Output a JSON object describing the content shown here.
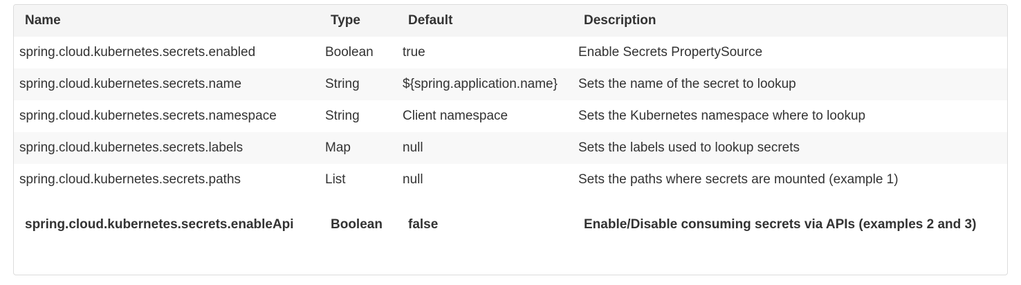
{
  "table": {
    "headers": {
      "name": "Name",
      "type": "Type",
      "default": "Default",
      "description": "Description"
    },
    "rows": [
      {
        "name": "spring.cloud.kubernetes.secrets.enabled",
        "type": "Boolean",
        "default": "true",
        "description": "Enable Secrets PropertySource"
      },
      {
        "name": "spring.cloud.kubernetes.secrets.name",
        "type": "String",
        "default": "${spring.application.name}",
        "description": "Sets the name of the secret to lookup"
      },
      {
        "name": "spring.cloud.kubernetes.secrets.namespace",
        "type": "String",
        "default": "Client namespace",
        "description": "Sets the Kubernetes namespace where to lookup"
      },
      {
        "name": "spring.cloud.kubernetes.secrets.labels",
        "type": "Map",
        "default": "null",
        "description": "Sets the labels used to lookup secrets"
      },
      {
        "name": "spring.cloud.kubernetes.secrets.paths",
        "type": "List",
        "default": "null",
        "description": "Sets the paths where secrets are mounted (example 1)"
      },
      {
        "name": "spring.cloud.kubernetes.secrets.enableApi",
        "type": "Boolean",
        "default": "false",
        "description": "Enable/Disable consuming secrets via APIs (examples 2 and 3)"
      }
    ]
  }
}
